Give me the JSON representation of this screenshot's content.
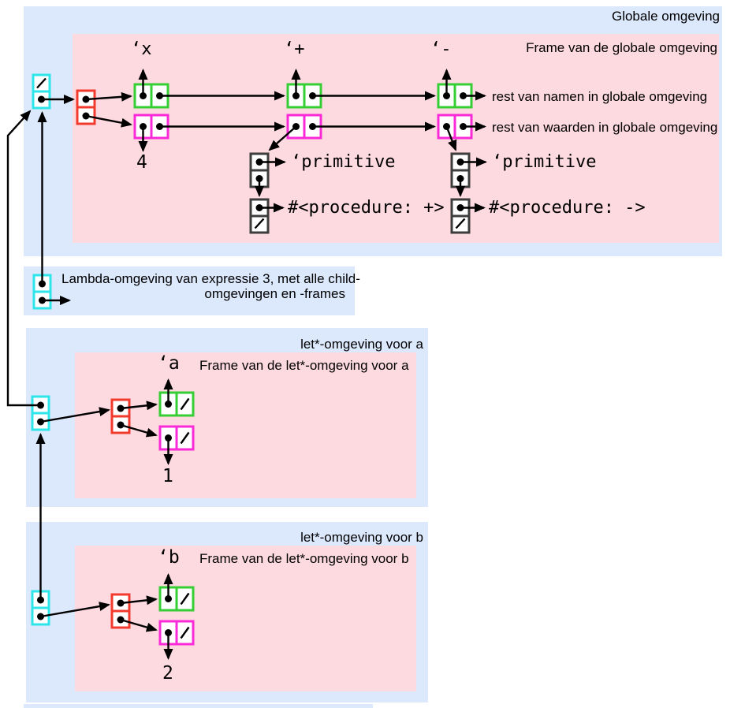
{
  "colors": {
    "env_bg": "#dce8fc",
    "frame_bg": "#fdd9e0",
    "cell_cyan": "#2ee6ea",
    "cell_red": "#f23a2e",
    "cell_green": "#35cf35",
    "cell_magenta": "#fa2ad8",
    "cell_black": "#3d3d3d",
    "line": "#000000"
  },
  "global_env": {
    "title": "Globale omgeving",
    "frame_title": "Frame van de globale omgeving",
    "names": [
      "‘x",
      "‘+",
      "‘-"
    ],
    "x_value": "4",
    "rest_names": "rest van namen in globale omgeving",
    "rest_values": "rest van waarden in globale omgeving",
    "plus_tag": "‘primitive",
    "plus_proc": "#<procedure: +>",
    "minus_tag": "‘primitive",
    "minus_proc": "#<procedure: ->"
  },
  "lambda_env": {
    "line1": "Lambda-omgeving van expressie 3, met alle child-",
    "line2": "omgevingen en -frames"
  },
  "let_a": {
    "title": "let*-omgeving voor a",
    "frame_title": "Frame van de let*-omgeving voor a",
    "name": "‘a",
    "value": "1"
  },
  "let_b": {
    "title": "let*-omgeving voor b",
    "frame_title": "Frame van de let*-omgeving voor b",
    "name": "‘b",
    "value": "2"
  }
}
